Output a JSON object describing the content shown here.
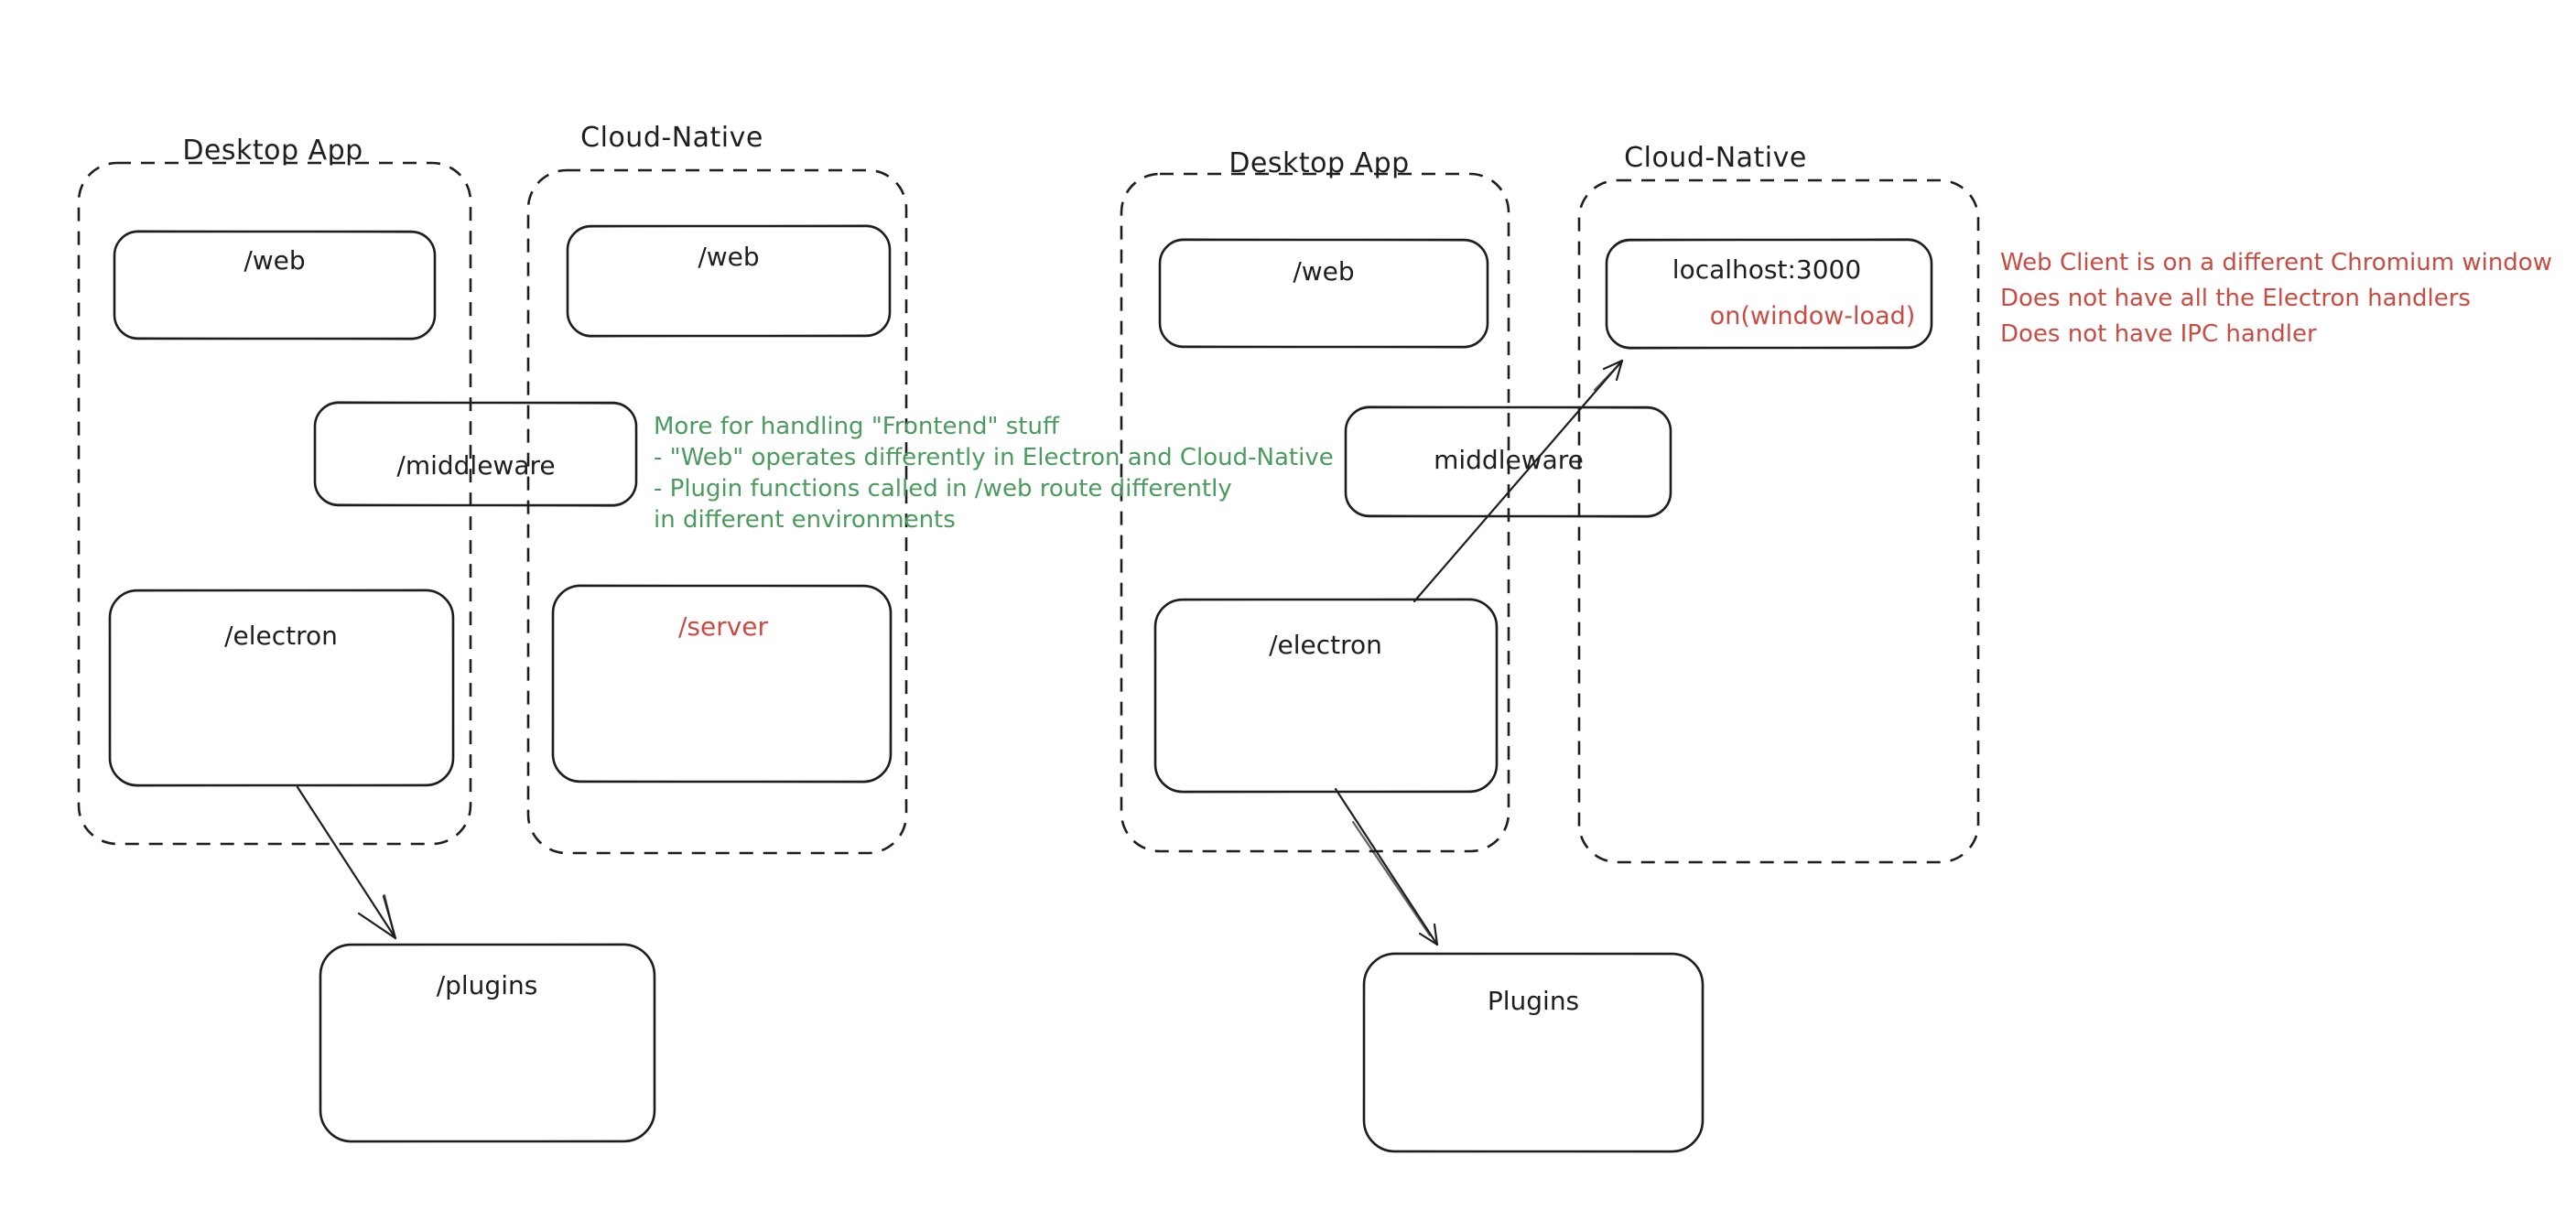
{
  "colors": {
    "ink": "#1e1e1e",
    "green": "#4a9b5d",
    "red": "#c94b42",
    "bg": "#ffffff"
  },
  "left_diagram": {
    "desktop_group_label": "Desktop App",
    "cloud_group_label": "Cloud-Native",
    "web_desktop_label": "/web",
    "web_cloud_label": "/web",
    "middleware_label": "/middleware",
    "electron_label": "/electron",
    "server_label": "/server",
    "plugins_label": "/plugins",
    "green_note_lines": [
      "More for handling \"Frontend\" stuff",
      "- \"Web\" operates differently in Electron and Cloud-Native",
      "- Plugin functions called in /web route differently",
      "in different environments"
    ]
  },
  "right_diagram": {
    "desktop_group_label": "Desktop App",
    "cloud_group_label": "Cloud-Native",
    "web_label": "/web",
    "localhost_label": "localhost:3000",
    "window_load_label": "on(window-load)",
    "middleware_label": "middleware",
    "electron_label": "/electron",
    "plugins_label": "Plugins",
    "red_note_lines": [
      "Web Client is on a different Chromium window",
      "Does not have all the Electron handlers",
      "Does not have IPC handler"
    ]
  }
}
